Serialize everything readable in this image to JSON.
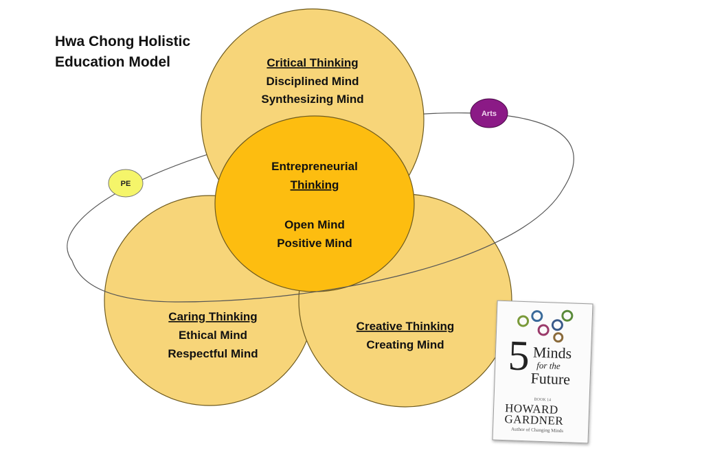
{
  "title_lines": [
    "Hwa Chong Holistic",
    "Education Model"
  ],
  "circles": {
    "critical": {
      "heading": "Critical Thinking",
      "lines": [
        "Disciplined Mind",
        "Synthesizing Mind"
      ]
    },
    "center": {
      "line1": "Entrepreneurial",
      "line2": "Thinking",
      "lines": [
        "Open Mind",
        "Positive Mind"
      ]
    },
    "caring": {
      "heading": "Caring Thinking",
      "lines": [
        "Ethical Mind",
        "Respectful Mind"
      ]
    },
    "creative": {
      "heading": "Creative Thinking",
      "lines": [
        "Creating Mind"
      ]
    }
  },
  "badges": {
    "pe": "PE",
    "arts": "Arts"
  },
  "book": {
    "number": "5",
    "word1": "Minds",
    "word2": "for the",
    "word3": "Future",
    "small": "BOOK 14",
    "author1": "HOWARD",
    "author2": "GARDNER",
    "author_note": "Author of Changing Minds"
  },
  "colors": {
    "outer_circle": "#f7d579",
    "center_circle": "#fdbd10",
    "circle_stroke": "#6e5a1e",
    "pe_badge": "#f5f56a",
    "arts_badge": "#8b1a86",
    "orbit": "#555555"
  }
}
